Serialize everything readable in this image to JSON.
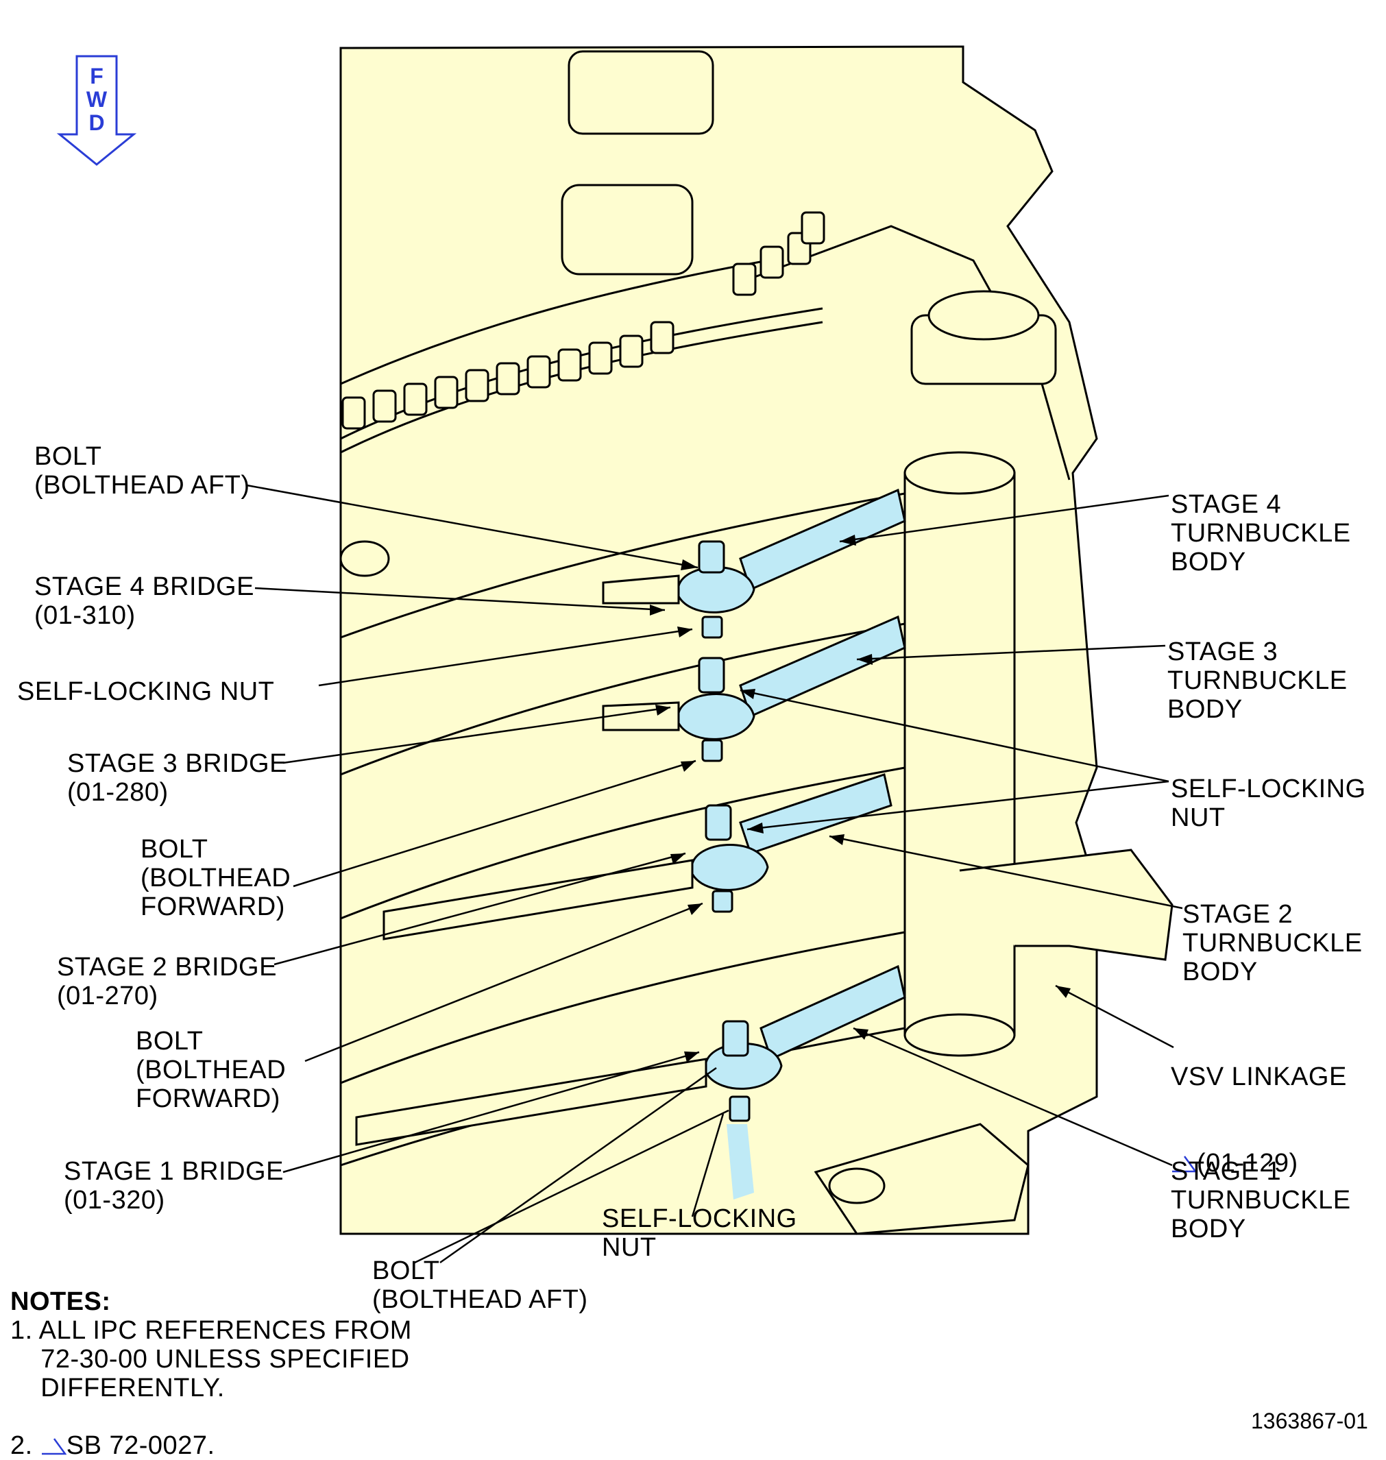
{
  "fwd_arrow": {
    "letters": [
      "F",
      "W",
      "D"
    ],
    "color": "#2a3dd6"
  },
  "colors": {
    "part_fill": "#fefdd0",
    "highlight": "#bfeaf6",
    "outline": "#000000",
    "link": "#2a3dd6"
  },
  "labels": {
    "bolt_top": "BOLT\n(BOLTHEAD AFT)",
    "stage4_bridge": "STAGE 4 BRIDGE\n(01-310)",
    "self_locking_nut_left": "SELF-LOCKING NUT",
    "stage3_bridge": "STAGE 3 BRIDGE\n(01-280)",
    "bolt_fwd_1": "BOLT\n(BOLTHEAD\nFORWARD)",
    "stage2_bridge": "STAGE 2 BRIDGE\n(01-270)",
    "bolt_fwd_2": "BOLT\n(BOLTHEAD\nFORWARD)",
    "stage1_bridge": "STAGE 1 BRIDGE\n(01-320)",
    "bolt_bottom": "BOLT\n(BOLTHEAD AFT)",
    "self_locking_nut_bottom": "SELF-LOCKING\nNUT",
    "stage4_turnbuckle": "STAGE 4\nTURNBUCKLE\nBODY",
    "stage3_turnbuckle": "STAGE 3\nTURNBUCKLE\nBODY",
    "self_locking_nut_right": "SELF-LOCKING\nNUT",
    "stage2_turnbuckle": "STAGE 2\nTURNBUCKLE\nBODY",
    "vsv_linkage_line1": "VSV LINKAGE",
    "vsv_linkage_ref": "(01-129)",
    "stage1_turnbuckle": "STAGE 1\nTURNBUCKLE\nBODY"
  },
  "notes": {
    "title": "NOTES:",
    "note1": "1. ALL IPC REFERENCES FROM\n    72-30-00 UNLESS SPECIFIED\n    DIFFERENTLY.",
    "note2_prefix": "2. ",
    "note2_text": "SB 72-0027."
  },
  "figure_id": "1363867-01"
}
